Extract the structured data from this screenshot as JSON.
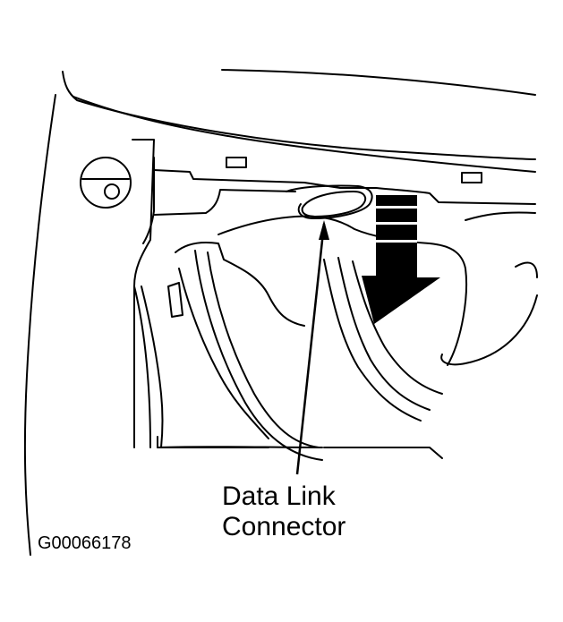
{
  "callout": {
    "line1": "Data Link",
    "line2": "Connector"
  },
  "figure_id": "G00066178",
  "colors": {
    "line": "#000000",
    "background": "#ffffff"
  }
}
